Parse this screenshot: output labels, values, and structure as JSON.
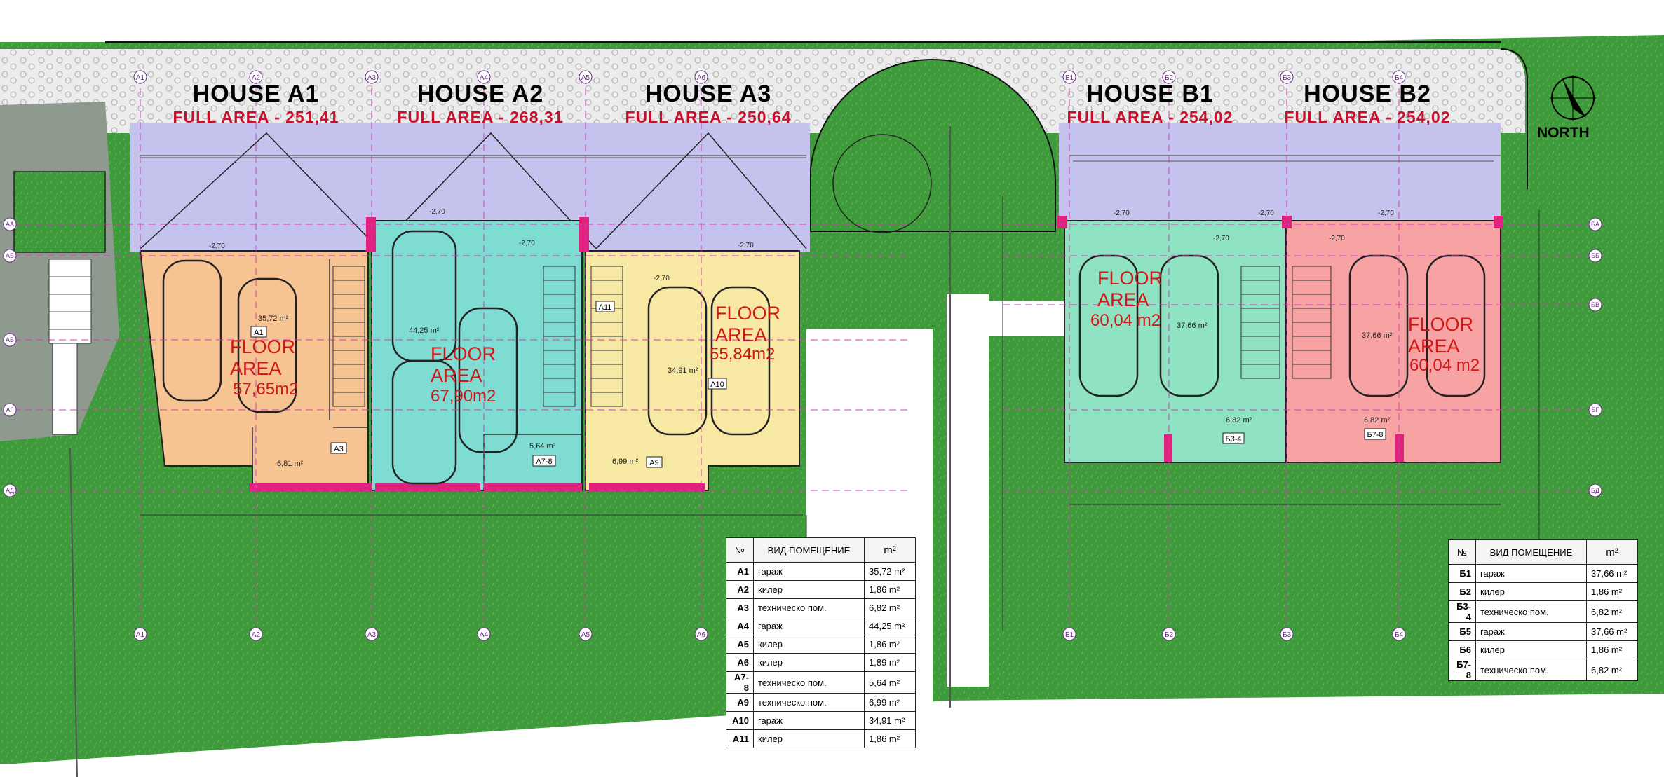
{
  "houses": [
    {
      "title": "HOUSE A1",
      "full_area": "FULL AREA - 251,41",
      "floor_label": "FLOOR AREA",
      "floor_area": "57,65m2"
    },
    {
      "title": "HOUSE A2",
      "full_area": "FULL AREA - 268,31",
      "floor_label": "FLOOR AREA",
      "floor_area": "67,90m2"
    },
    {
      "title": "HOUSE A3",
      "full_area": "FULL AREA - 250,64",
      "floor_label": "FLOOR AREA",
      "floor_area": "55,84m2"
    },
    {
      "title": "HOUSE B1",
      "full_area": "FULL AREA - 254,02",
      "floor_label": "FLOOR AREA",
      "floor_area": "60,04 m2"
    },
    {
      "title": "HOUSE B2",
      "full_area": "FULL AREA - 254,02",
      "floor_label": "FLOOR AREA",
      "floor_area": "60,04 m2"
    }
  ],
  "north": "NORTH",
  "room_areas": [
    "35,72 m²",
    "44,25 m²",
    "37,66 m²",
    "37,66 m²",
    "34,91 m²",
    "6,81 m²",
    "5,64 m²",
    "6,99 m²",
    "6,82 m²",
    "6,82 m²"
  ],
  "room_tags": [
    "A1",
    "A3",
    "A7-8",
    "A9",
    "A10",
    "A11",
    "Б3-4",
    "Б7-8"
  ],
  "levels": [
    "-2,70",
    "-2,70",
    "-2,70",
    "-2,70",
    "-2,70",
    "-2,70",
    "-2,70",
    "-2,70",
    "-2,70",
    "-2,70"
  ],
  "axes_top": [
    "A1",
    "A2",
    "A3",
    "A4",
    "A5",
    "A6",
    "Б1",
    "Б2",
    "Б3",
    "Б4"
  ],
  "axes_bottom": [
    "A1",
    "A2",
    "A3",
    "A4",
    "A5",
    "A6",
    "Б1",
    "Б2",
    "Б3",
    "Б4"
  ],
  "axes_left": [
    "AA",
    "AБ",
    "AВ",
    "AГ",
    "AД"
  ],
  "axes_right": [
    "БA",
    "ББ",
    "БВ",
    "БГ",
    "БД"
  ],
  "legend_a": {
    "headers": [
      "№",
      "ВИД ПОМЕЩЕНИЕ",
      "m²"
    ],
    "rows": [
      {
        "code": "A1",
        "name": "гараж",
        "area": "35,72 m²"
      },
      {
        "code": "A2",
        "name": "килер",
        "area": "1,86 m²"
      },
      {
        "code": "A3",
        "name": "техническо пом.",
        "area": "6,82 m²"
      },
      {
        "code": "A4",
        "name": "гараж",
        "area": "44,25 m²"
      },
      {
        "code": "A5",
        "name": "килер",
        "area": "1,86 m²"
      },
      {
        "code": "A6",
        "name": "килер",
        "area": "1,89 m²"
      },
      {
        "code": "A7-8",
        "name": "техническо пом.",
        "area": "5,64 m²"
      },
      {
        "code": "A9",
        "name": "техническо пом.",
        "area": "6,99 m²"
      },
      {
        "code": "A10",
        "name": "гараж",
        "area": "34,91 m²"
      },
      {
        "code": "A11",
        "name": "килер",
        "area": "1,86 m²"
      }
    ]
  },
  "legend_b": {
    "headers": [
      "№",
      "ВИД ПОМЕЩЕНИЕ",
      "m²"
    ],
    "rows": [
      {
        "code": "Б1",
        "name": "гараж",
        "area": "37,66 m²"
      },
      {
        "code": "Б2",
        "name": "килер",
        "area": "1,86 m²"
      },
      {
        "code": "Б3-4",
        "name": "техническо пом.",
        "area": "6,82 m²"
      },
      {
        "code": "Б5",
        "name": "гараж",
        "area": "37,66 m²"
      },
      {
        "code": "Б6",
        "name": "килер",
        "area": "1,86 m²"
      },
      {
        "code": "Б7-8",
        "name": "техническо пом.",
        "area": "6,82 m²"
      }
    ]
  },
  "colors": {
    "grass": "#3f9a3c",
    "paving": "#e9e9e9",
    "roof": "#c6c2ee",
    "house_a1": "#f6c392",
    "house_a2": "#7fdcd2",
    "house_a3": "#f7e8a4",
    "house_b1": "#8fe3c3",
    "house_b2": "#f7a3a3",
    "wall_accent": "#e0217e",
    "label_red": "#c8102e"
  }
}
